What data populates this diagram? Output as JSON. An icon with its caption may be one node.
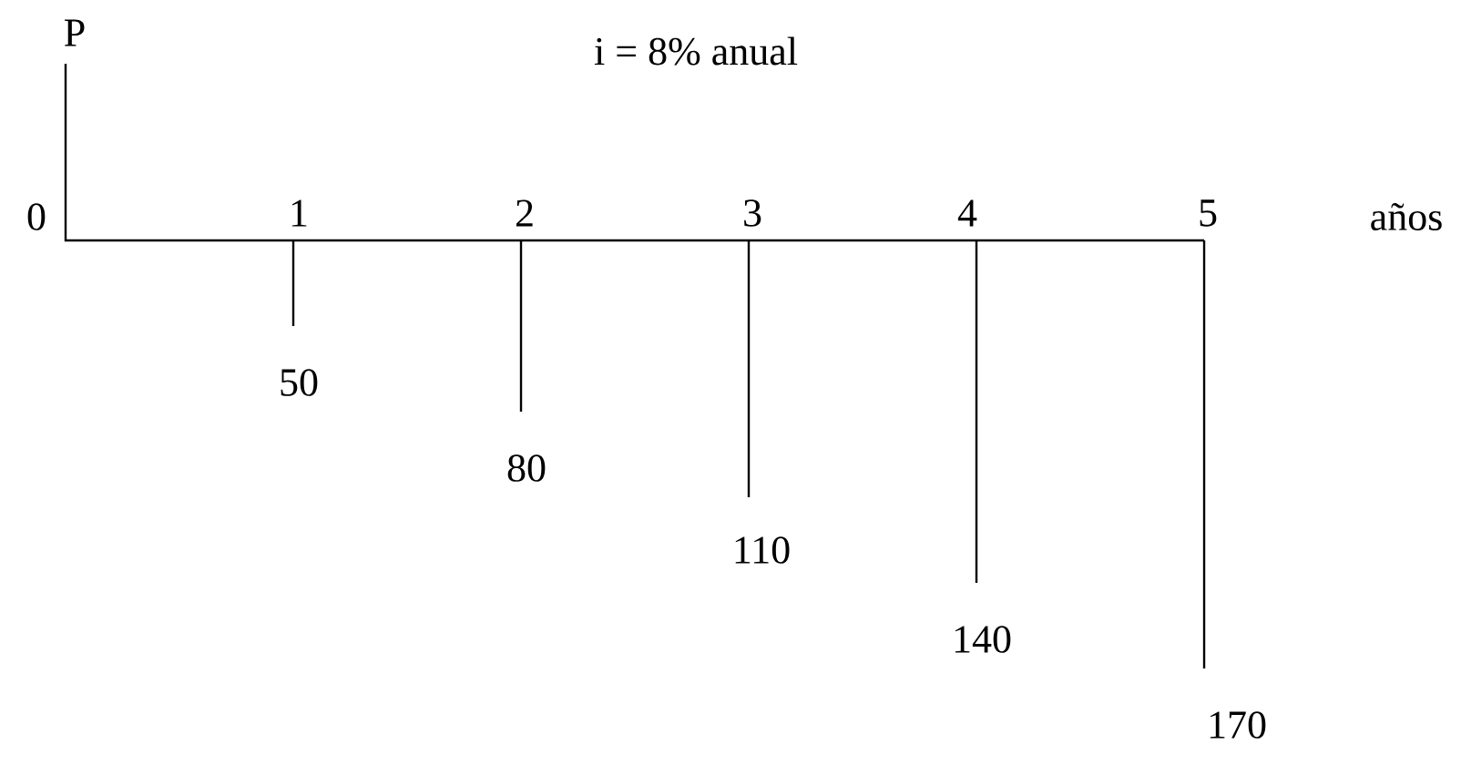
{
  "diagram": {
    "labels": [
      "P",
      "i = 8%   anual",
      "0",
      "1",
      "2",
      "3",
      "4",
      "5",
      "años",
      "50",
      "80",
      "110",
      "140",
      "170"
    ]
  }
}
